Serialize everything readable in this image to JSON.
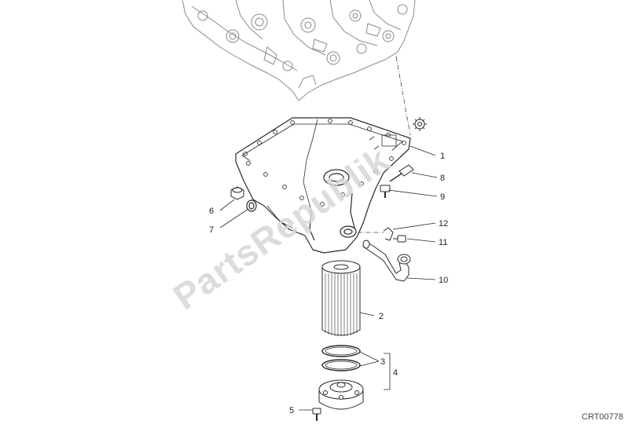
{
  "diagram": {
    "drawing_code": "CRT00778",
    "watermark": "PartsRepublik",
    "callouts": [
      {
        "id": "1",
        "label": "1"
      },
      {
        "id": "2",
        "label": "2"
      },
      {
        "id": "3",
        "label": "3"
      },
      {
        "id": "4",
        "label": "4"
      },
      {
        "id": "5",
        "label": "5"
      },
      {
        "id": "6",
        "label": "6"
      },
      {
        "id": "7",
        "label": "7"
      },
      {
        "id": "8",
        "label": "8"
      },
      {
        "id": "9",
        "label": "9"
      },
      {
        "id": "10",
        "label": "10"
      },
      {
        "id": "11",
        "label": "11"
      },
      {
        "id": "12",
        "label": "12"
      }
    ]
  },
  "colors": {
    "line": "#2a2a2a",
    "light_line": "#8a8a8a",
    "watermark": "#d6d6d6",
    "background": "#ffffff"
  }
}
